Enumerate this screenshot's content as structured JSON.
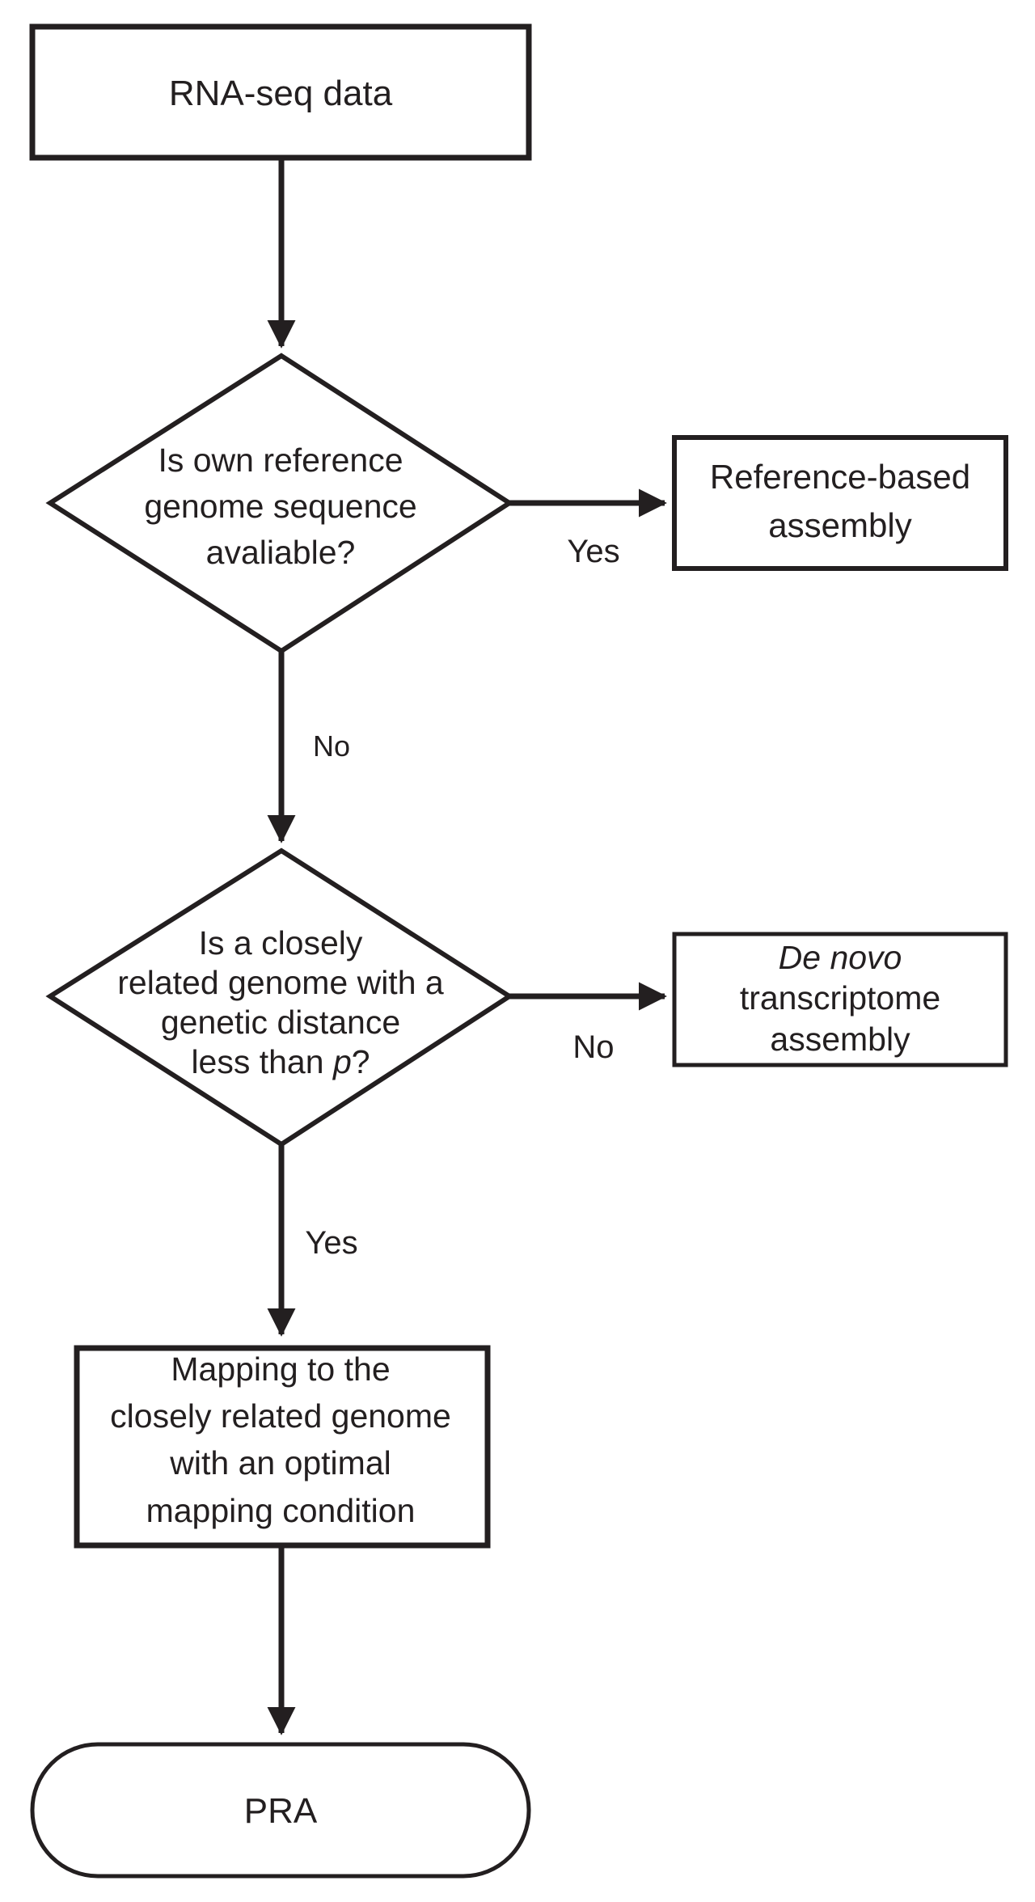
{
  "nodes": {
    "start": {
      "text": "RNA-seq data"
    },
    "decision_reference": {
      "line1": "Is own reference",
      "line2": "genome sequence",
      "line3": "avaliable?"
    },
    "reference_based": {
      "line1": "Reference-based",
      "line2": "assembly"
    },
    "decision_related": {
      "line1": "Is a closely",
      "line2": "related genome with a",
      "line3": "genetic distance",
      "line4_prefix": "less than ",
      "line4_var": "p",
      "line4_suffix": "?"
    },
    "de_novo": {
      "line1": "De novo",
      "line2": "transcriptome",
      "line3": "assembly"
    },
    "mapping": {
      "line1": "Mapping to the",
      "line2": "closely related genome",
      "line3": "with an optimal",
      "line4": "mapping condition"
    },
    "end": {
      "text": "PRA"
    }
  },
  "edges": {
    "ref_yes": "Yes",
    "ref_no": "No",
    "related_no": "No",
    "related_yes": "Yes"
  },
  "colors": {
    "stroke": "#231f20",
    "text": "#231f20",
    "background": "#ffffff"
  }
}
